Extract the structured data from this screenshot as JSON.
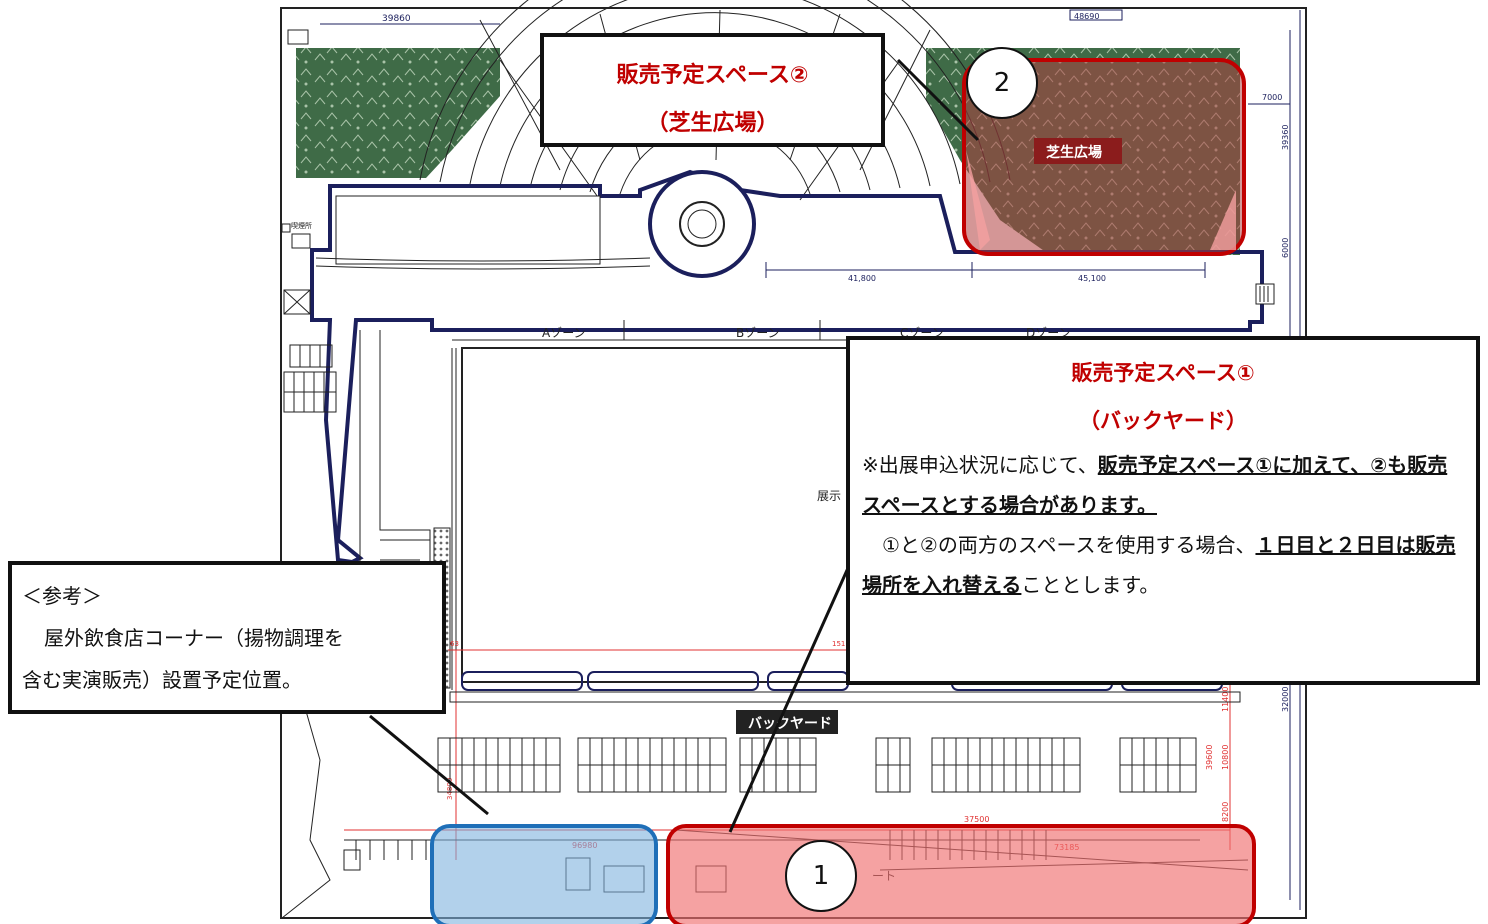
{
  "plan": {
    "dim_top": "39860",
    "dim_top_right": "48690",
    "dim_a": "41,800",
    "dim_b": "45,100",
    "dim_side_1": "7000",
    "dim_side_2": "39360",
    "dim_side_3": "6000",
    "dim_side_4": "32000",
    "dim_side_5": "11400",
    "dim_side_6": "39600",
    "dim_side_7": "10800",
    "dim_side_8": "8200",
    "dim_bottom_1": "96980",
    "dim_bottom_2": "37500",
    "dim_bottom_3": "73185",
    "dim_left": "34800",
    "dim_mid": "151",
    "dim_mid_left": "63",
    "toilet_label": "喫煙所",
    "zones": [
      "Aゾーン",
      "Bゾーン",
      "Cゾーン",
      "Dゾーン"
    ],
    "hall_label": "展示",
    "lawn_label": "芝生広場",
    "backyard_label": "バックヤード",
    "gate_label": "ート"
  },
  "callout_2": {
    "line1": "販売予定スペース②",
    "line2": "（芝生広場）"
  },
  "callout_1": {
    "title": "販売予定スペース①",
    "subtitle": "（バックヤード）",
    "p1_pre": "※出展申込状況に応じて、",
    "p1_bold": "販売予定スペース①に加えて、②も販売スペースとする場合があります。",
    "p2_pre": "　①と②の両方のスペースを使用する場合、",
    "p2_bold": "１日目と２日目は販売場所を入れ替える",
    "p2_post": "こととします。"
  },
  "reference": {
    "heading": "＜参考＞",
    "line1": "屋外飲食店コーナー（揚物調理を",
    "line2": "含む実演販売）設置予定位置。"
  },
  "markers": {
    "one": "1",
    "two": "2"
  },
  "colors": {
    "red_outline": "#c00000",
    "red_fill": "#f4a0a0",
    "blue_outline": "#1f6fb8",
    "blue_fill": "#b7d3ec",
    "navy_outline": "#1b1f5c",
    "lawn_green": "#3f6b47"
  }
}
